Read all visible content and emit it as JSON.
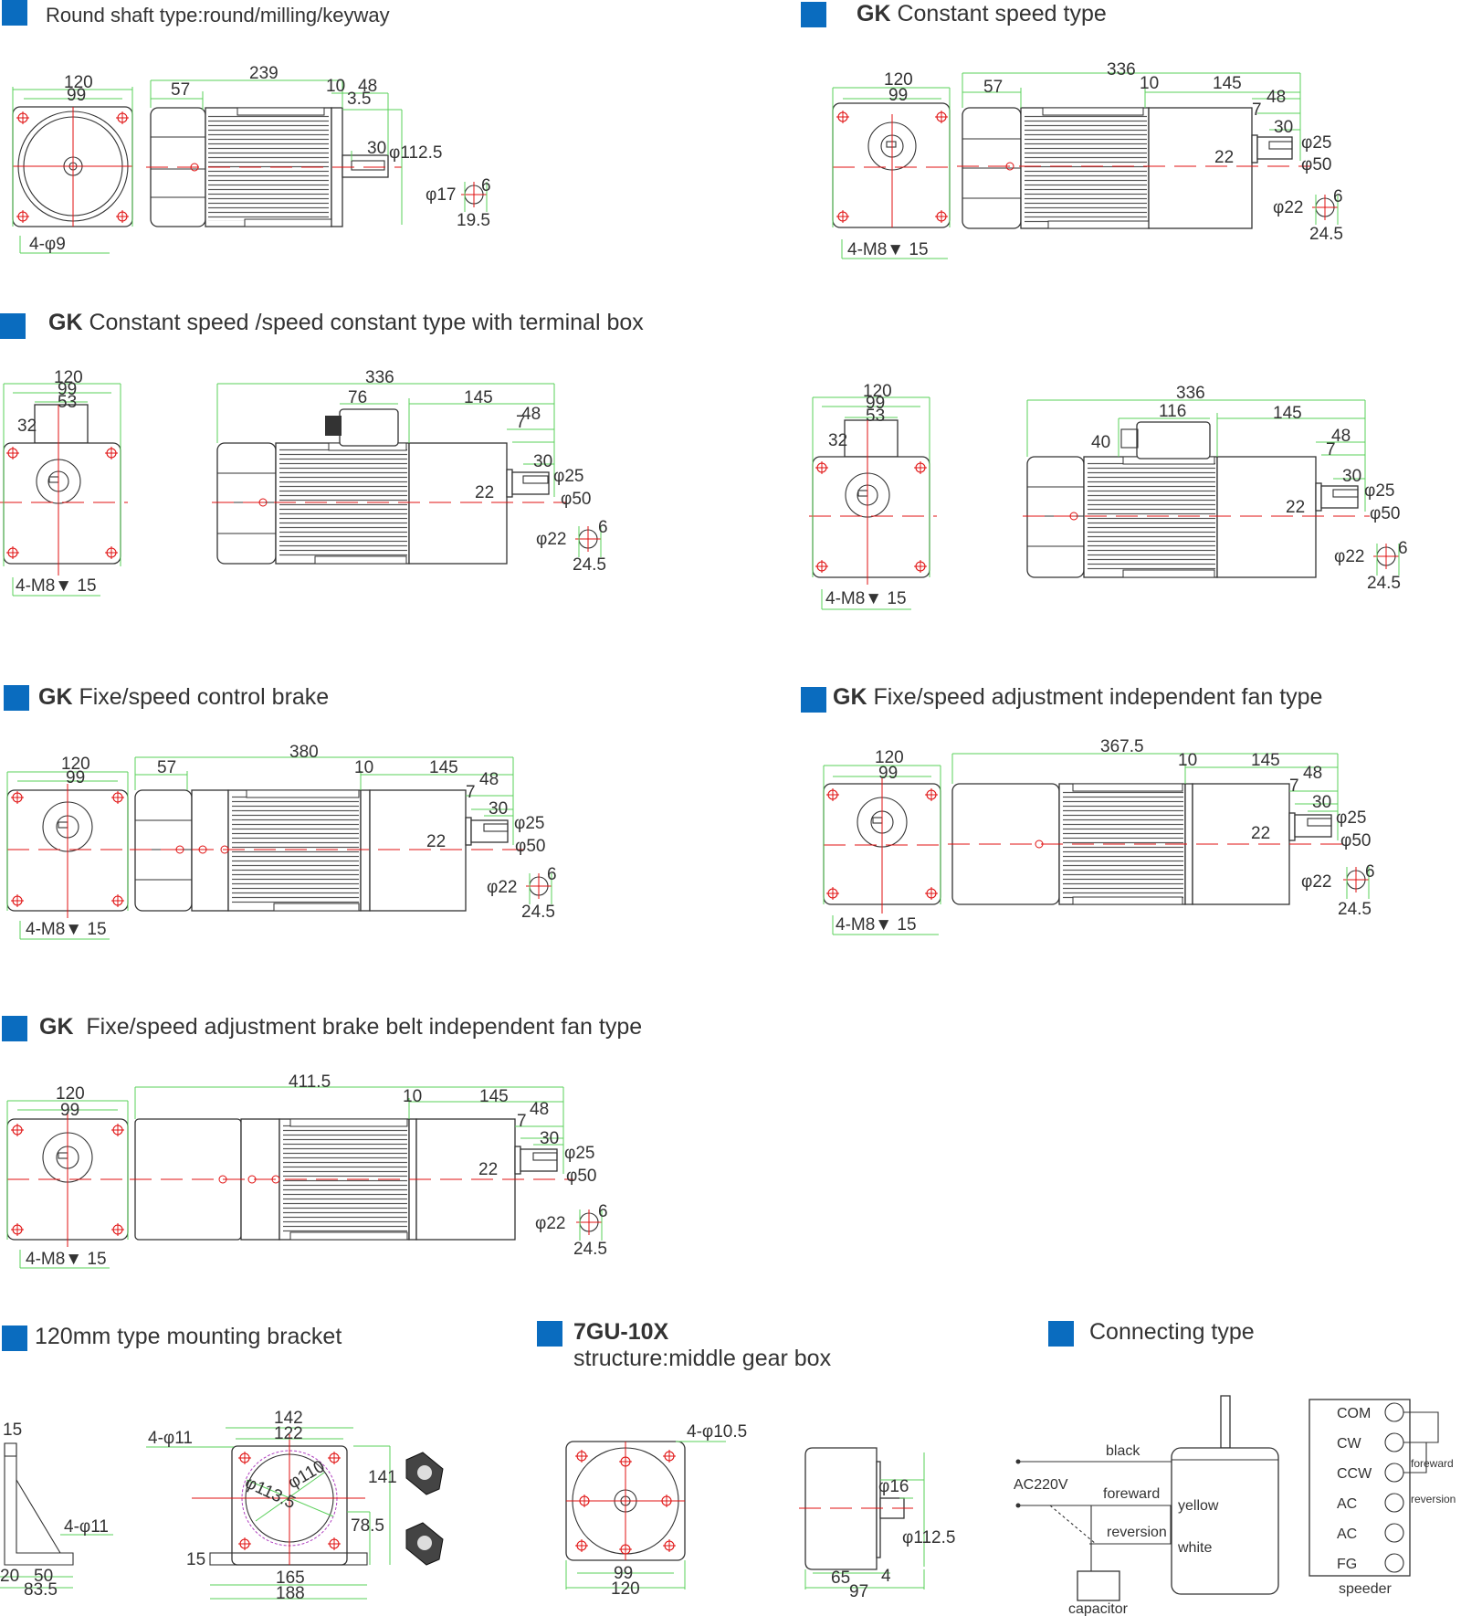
{
  "sections": {
    "round_shaft": {
      "title": "Round shaft type:round/milling/keyway"
    },
    "constant_speed": {
      "bold": "GK",
      "title": "Constant speed type"
    },
    "terminal_box": {
      "bold": "GK",
      "title": "Constant speed /speed constant type with terminal box"
    },
    "brake": {
      "bold": "GK",
      "title": "Fixe/speed control brake"
    },
    "fan": {
      "bold": "GK",
      "title": "Fixe/speed adjustment independent fan type"
    },
    "brake_fan": {
      "bold": "GK",
      "title": "Fixe/speed adjustment brake belt independent fan type"
    },
    "bracket": {
      "title": "120mm type mounting bracket"
    },
    "gearbox": {
      "bold": "7GU-10X",
      "title": "structure:middle gear box"
    },
    "connecting": {
      "title": "Connecting type"
    }
  },
  "dims": {
    "d120": "120",
    "d99": "99",
    "d53": "53",
    "d32": "32",
    "d57": "57",
    "d239": "239",
    "d336": "336",
    "d380": "380",
    "d367_5": "367.5",
    "d411_5": "411.5",
    "d10": "10",
    "d48": "48",
    "d3_5": "3.5",
    "d30": "30",
    "d7": "7",
    "d145": "145",
    "d22": "22",
    "d76": "76",
    "d116": "116",
    "d40": "40",
    "d6": "6",
    "d19_5": "19.5",
    "d24_5": "24.5",
    "phi112_5": "φ112.5",
    "phi17": "φ17",
    "phi25": "φ25",
    "phi50": "φ50",
    "phi22": "φ22",
    "holes_phi9": "4-φ9",
    "holes_m8": "4-M8▼ 15",
    "b15": "15",
    "b20": "20",
    "b50": "50",
    "b83_5": "83.5",
    "b4phi11": "4-φ11",
    "b142": "142",
    "b122": "122",
    "b141": "141",
    "b78_5": "78.5",
    "b165": "165",
    "b188": "188",
    "phi113_5": "φ113.5",
    "phi110": "φ110",
    "g4phi10_5": "4-φ10.5",
    "g99": "99",
    "g120": "120",
    "phi16": "φ16",
    "g65": "65",
    "g4": "4",
    "g97": "97"
  },
  "wiring": {
    "black": "black",
    "ac220v": "AC220V",
    "foreward": "foreward",
    "reversion": "reversion",
    "yellow": "yellow",
    "white": "white",
    "capacitor": "capacitor",
    "speeder": "speeder",
    "sp_foreward": "foreward",
    "sp_reversion": "reversion",
    "terminals": [
      "COM",
      "CW",
      "CCW",
      "AC",
      "AC",
      "FG"
    ]
  },
  "colors": {
    "accent": "#0a6cbf",
    "dimension": "#5ad05a",
    "centerline": "#e01010"
  }
}
